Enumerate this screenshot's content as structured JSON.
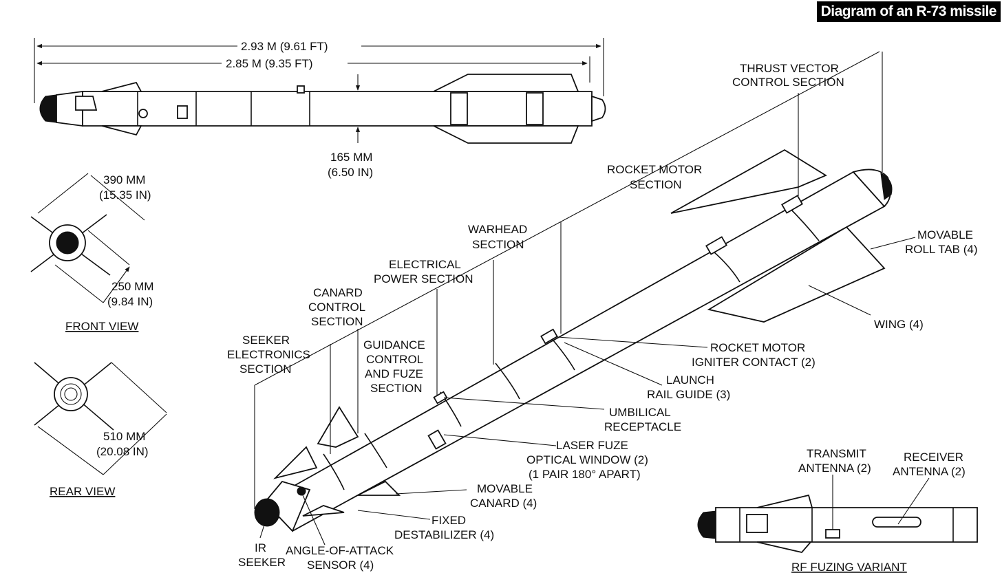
{
  "title": "Diagram of an R-73 missile",
  "dimensions": {
    "overall_length": "2.93 M (9.61 FT)",
    "body_length": "2.85 M (9.35 FT)",
    "diameter_mm": "165 MM",
    "diameter_in": "(6.50 IN)"
  },
  "front_view": {
    "span1_mm": "390 MM",
    "span1_in": "(15.35 IN)",
    "span2_mm": "250 MM",
    "span2_in": "(9.84 IN)",
    "caption": "FRONT VIEW"
  },
  "rear_view": {
    "span_mm": "510 MM",
    "span_in": "(20.08 IN)",
    "caption": "REAR VIEW"
  },
  "sections": {
    "thrust_vector": [
      "THRUST VECTOR",
      "CONTROL SECTION"
    ],
    "rocket_motor": [
      "ROCKET MOTOR",
      "SECTION"
    ],
    "warhead": [
      "WARHEAD",
      "SECTION"
    ],
    "electrical": [
      "ELECTRICAL",
      "POWER SECTION"
    ],
    "canard_control": [
      "CANARD",
      "CONTROL",
      "SECTION"
    ],
    "seeker_electronics": [
      "SEEKER",
      "ELECTRONICS",
      "SECTION"
    ],
    "guidance": [
      "GUIDANCE",
      "CONTROL",
      "AND FUZE",
      "SECTION"
    ]
  },
  "parts": {
    "roll_tab": [
      "MOVABLE",
      "ROLL TAB (4)"
    ],
    "wing": [
      "WING (4)"
    ],
    "igniter": [
      "ROCKET MOTOR",
      "IGNITER CONTACT (2)"
    ],
    "rail_guide": [
      "LAUNCH",
      "RAIL GUIDE (3)"
    ],
    "umbilical": [
      "UMBILICAL",
      "RECEPTACLE"
    ],
    "laser_fuze": [
      "LASER FUZE",
      "OPTICAL WINDOW (2)",
      "(1 PAIR 180° APART)"
    ],
    "canard": [
      "MOVABLE",
      "CANARD (4)"
    ],
    "destabilizer": [
      "FIXED",
      "DESTABILIZER (4)"
    ],
    "aoa_sensor": [
      "ANGLE-OF-ATTACK",
      "SENSOR (4)"
    ],
    "ir_seeker": [
      "IR",
      "SEEKER"
    ]
  },
  "rf_variant": {
    "transmit": [
      "TRANSMIT",
      "ANTENNA (2)"
    ],
    "receiver": [
      "RECEIVER",
      "ANTENNA (2)"
    ],
    "caption": "RF FUZING VARIANT"
  }
}
